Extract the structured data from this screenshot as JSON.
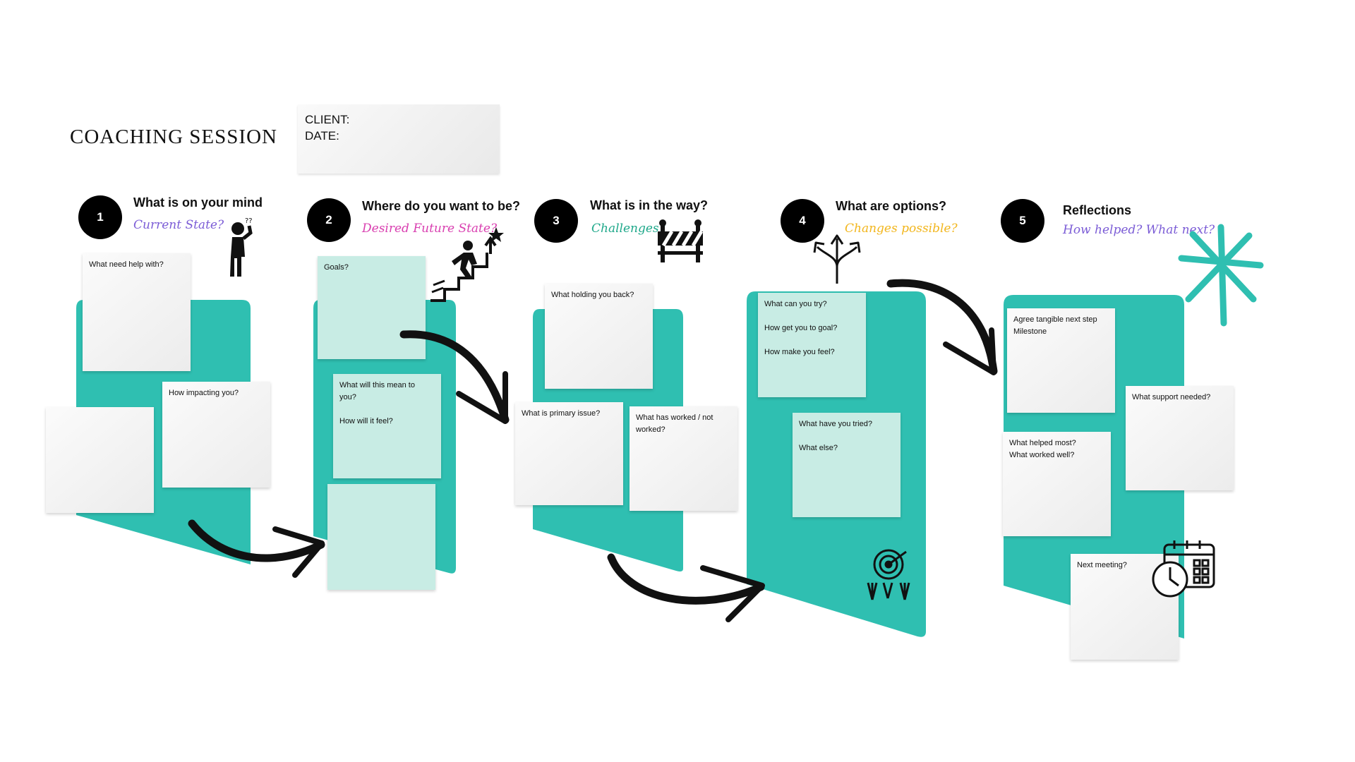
{
  "title": "COACHING SESSION",
  "client_card": {
    "client_label": "CLIENT:",
    "date_label": "DATE:"
  },
  "steps": [
    {
      "number": "1",
      "title": "What is on your mind",
      "subtitle": "Current State?",
      "subtitle_color": "#7b5cd6",
      "icon": "confused-person-icon"
    },
    {
      "number": "2",
      "title": "Where do you want to be?",
      "subtitle": "Desired Future State?",
      "subtitle_color": "#d93fb0",
      "icon": "climbing-stairs-icon"
    },
    {
      "number": "3",
      "title": "What is in the way?",
      "subtitle": "Challenges?",
      "subtitle_color": "#1fa88a",
      "icon": "roadblock-icon"
    },
    {
      "number": "4",
      "title": "What are options?",
      "subtitle": "Changes possible?",
      "subtitle_color": "#f2b61d",
      "icon": "split-arrows-icon"
    },
    {
      "number": "5",
      "title": "Reflections",
      "subtitle": "How helped? What next?",
      "subtitle_color": "#7b5cd6",
      "icon": ""
    }
  ],
  "notes": {
    "s1_help": [
      "What need help with?"
    ],
    "s1_impact": [
      "How impacting you?"
    ],
    "s2_goals": [
      "Goals?"
    ],
    "s2_mean": [
      "What will this mean to",
      "you?",
      "",
      "How will it feel?"
    ],
    "s3_holding": [
      "What holding you back?"
    ],
    "s3_primary": [
      "What is primary issue?"
    ],
    "s3_worked": [
      "What has worked / not",
      "worked?"
    ],
    "s4_try": [
      "What can you try?",
      "",
      "How get you to goal?",
      "",
      "How make you feel?"
    ],
    "s4_tried": [
      "What have you tried?",
      "",
      "What else?"
    ],
    "s5_agree": [
      "Agree tangible next step",
      "Milestone"
    ],
    "s5_support": [
      "What support needed?"
    ],
    "s5_helped": [
      "What helped most?",
      "What worked well?"
    ],
    "s5_meeting": [
      "Next meeting?"
    ]
  },
  "colors": {
    "teal": "#2fbfb1",
    "mint_note": "#c8ece4",
    "accent_star": "#2fbfb1"
  },
  "decor_icons": [
    "target-icon",
    "calendar-clock-icon",
    "asterisk-icon",
    "curved-arrow-icon"
  ]
}
